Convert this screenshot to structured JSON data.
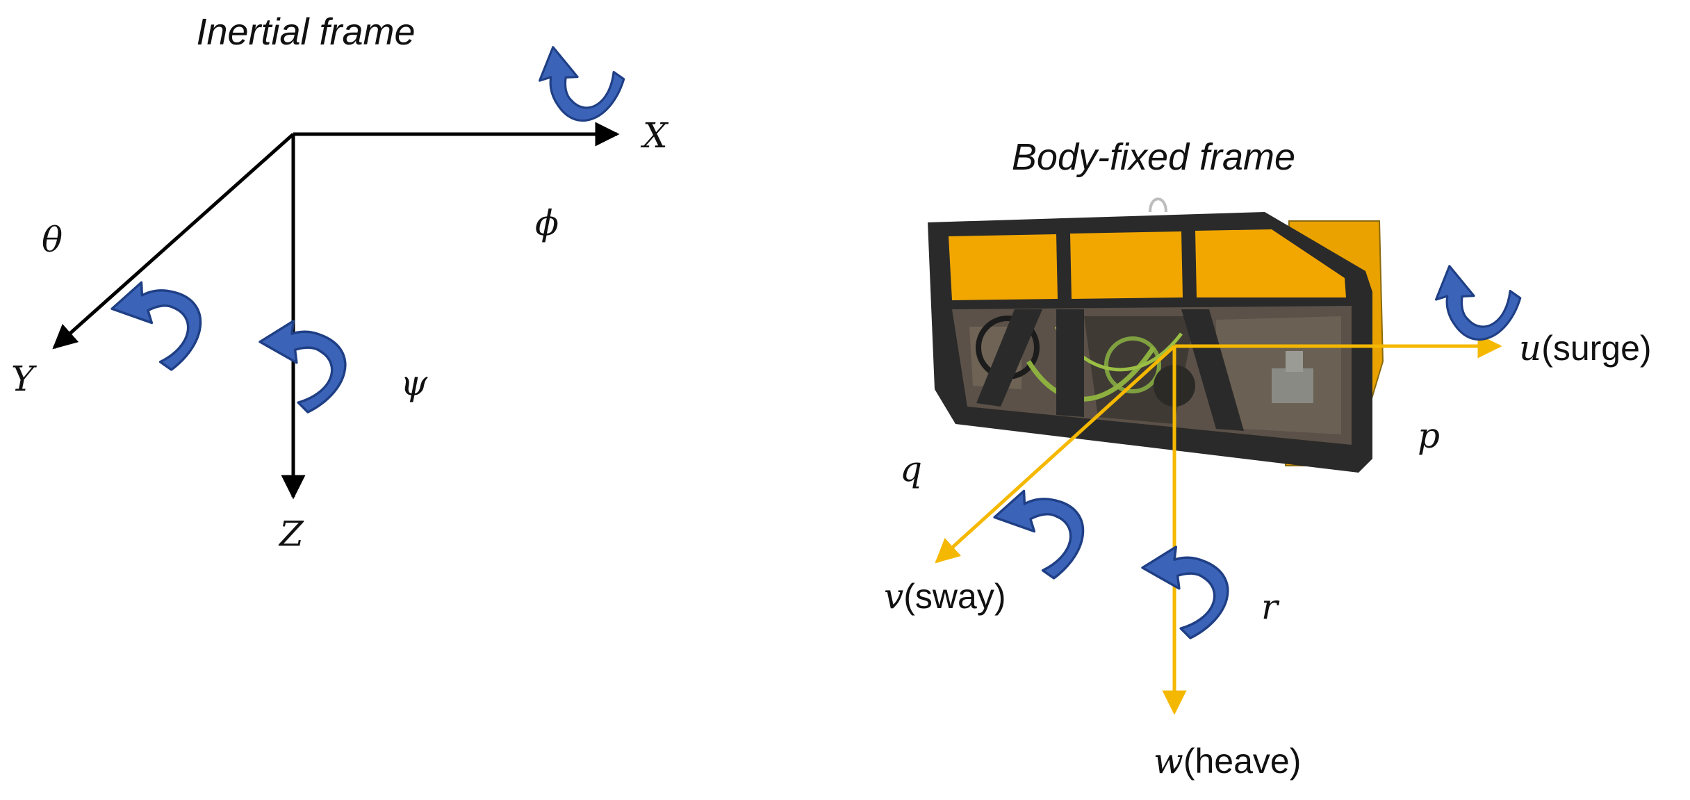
{
  "inertial": {
    "title": "Inertial frame",
    "axes": {
      "x": "X",
      "y": "Y",
      "z": "Z"
    },
    "rotations": {
      "roll": "ϕ",
      "pitch": "θ",
      "yaw": "ψ"
    }
  },
  "body": {
    "title": "Body-fixed frame",
    "axes": {
      "surge_sym": "u",
      "surge_word": "(surge)",
      "sway_sym": "v",
      "sway_word": "(sway)",
      "heave_sym": "w",
      "heave_word": "(heave)"
    },
    "rotations": {
      "roll": "p",
      "pitch": "q",
      "yaw": "r"
    }
  },
  "colors": {
    "inertial_axis": "#000000",
    "body_axis": "#F5B800",
    "rotation_arrow": "#3B63B8",
    "rotation_edge": "#1F3F85",
    "vehicle_frame": "#2A2A2A",
    "vehicle_panel": "#F2A700"
  },
  "icons": {
    "rotation": "curved-arrow-icon",
    "vehicle": "rov-vehicle-icon"
  }
}
